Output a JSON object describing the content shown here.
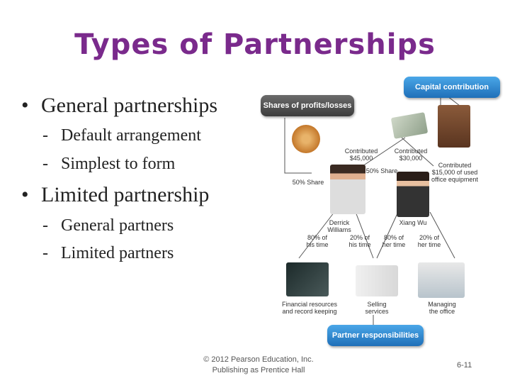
{
  "slide": {
    "title": "Types of Partnerships",
    "bullets": [
      {
        "text": "General partnerships",
        "subs": [
          "Default arrangement",
          "Simplest to form"
        ]
      },
      {
        "text": "Limited partnership",
        "subs": [
          "General partners",
          "Limited partners"
        ]
      }
    ],
    "footer_line1": "© 2012 Pearson Education, Inc.",
    "footer_line2": "Publishing as Prentice Hall",
    "page_number": "6-11",
    "bullet_glyph": "•",
    "dash_glyph": "-"
  },
  "figure": {
    "capital_contribution": "Capital contribution",
    "shares_of_profits": "Shares of profits/losses",
    "partner_responsibilities": "Partner responsibilities",
    "contributed_1_l1": "Contributed",
    "contributed_1_l2": "$45,000",
    "contributed_2_l1": "Contributed",
    "contributed_2_l2": "$30,000",
    "contributed_3_l1": "Contributed",
    "contributed_3_l2": "$15,000 of used",
    "contributed_3_l3": "office equipment",
    "share_left": "50% Share",
    "share_right": "50% Share",
    "partner1_l1": "Derrick",
    "partner1_l2": "Williams",
    "partner2": "Xiang Wu",
    "time1_l1": "80% of",
    "time1_l2": "his time",
    "time2_l1": "20% of",
    "time2_l2": "his time",
    "time3_l1": "80% of",
    "time3_l2": "her time",
    "time4_l1": "20% of",
    "time4_l2": "her time",
    "resp1_l1": "Financial resources",
    "resp1_l2": "and record keeping",
    "resp2_l1": "Selling",
    "resp2_l2": "services",
    "resp3_l1": "Managing",
    "resp3_l2": "the office"
  }
}
